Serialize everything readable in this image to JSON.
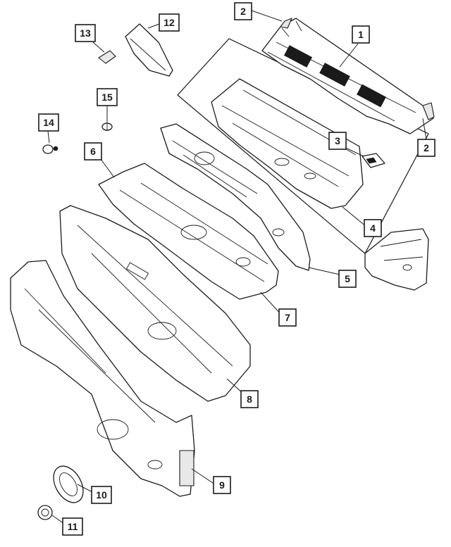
{
  "callouts": [
    {
      "id": "1",
      "label": "1"
    },
    {
      "id": "2a",
      "label": "2"
    },
    {
      "id": "2b",
      "label": "2"
    },
    {
      "id": "3",
      "label": "3"
    },
    {
      "id": "4",
      "label": "4"
    },
    {
      "id": "5",
      "label": "5"
    },
    {
      "id": "6",
      "label": "6"
    },
    {
      "id": "7",
      "label": "7"
    },
    {
      "id": "8",
      "label": "8"
    },
    {
      "id": "9",
      "label": "9"
    },
    {
      "id": "10",
      "label": "10"
    },
    {
      "id": "11",
      "label": "11"
    },
    {
      "id": "12",
      "label": "12"
    },
    {
      "id": "13",
      "label": "13"
    },
    {
      "id": "14",
      "label": "14"
    },
    {
      "id": "15",
      "label": "15"
    }
  ]
}
